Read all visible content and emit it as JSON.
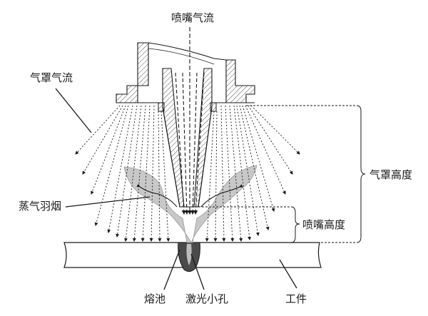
{
  "labels": {
    "nozzle_flow": "喷嘴气流",
    "shroud_flow": "气罩气流",
    "shroud_height": "气罩高度",
    "plume": "蒸气羽烟",
    "nozzle_height": "喷嘴高度",
    "melt_pool": "熔池",
    "keyhole": "激光小孔",
    "workpiece": "工件"
  },
  "colors": {
    "line": "#1a1a1a",
    "plume_fill": "#c8c8c8",
    "workpiece_fill": "#ffffff",
    "hatch": "#555555"
  }
}
